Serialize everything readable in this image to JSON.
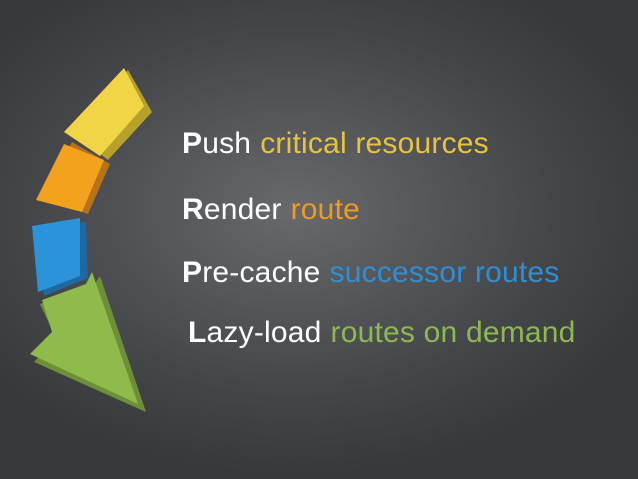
{
  "steps": [
    {
      "initial": "P",
      "word_rest": "ush",
      "detail": "critical resources",
      "color": "#e8c43a"
    },
    {
      "initial": "R",
      "word_rest": "ender",
      "detail": "route",
      "color": "#ef9b1e"
    },
    {
      "initial": "P",
      "word_rest": "re-cache",
      "detail": "successor routes",
      "color": "#2f8fd3"
    },
    {
      "initial": "L",
      "word_rest": "azy-load",
      "detail": "routes on demand",
      "color": "#8dba4f"
    }
  ],
  "arrow": {
    "segment_colors": [
      "#f1d443",
      "#f0a21b",
      "#2a92d8",
      "#8fba4c"
    ],
    "icon": "curved-arrow-icon"
  }
}
